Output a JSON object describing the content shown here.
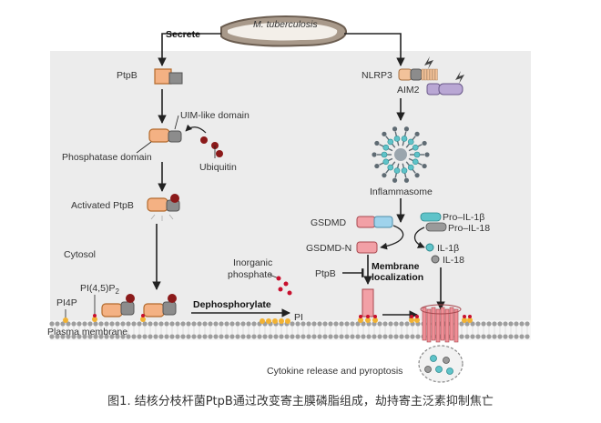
{
  "pathogen": "M. tuberculosis",
  "left_pathway": {
    "secrete": "Secrete",
    "ptpb": "PtpB",
    "uim_domain": "UIM-like domain",
    "phosphatase_domain": "Phosphatase domain",
    "ubiquitin": "Ubiquitin",
    "activated_ptpb": "Activated PtpB",
    "cytosol": "Cytosol",
    "pi45p2_main": "PI(4,5)P",
    "pi45p2_sub": "2",
    "pi4p": "PI4P",
    "plasma_membrane": "Plasma membrane",
    "inorganic_phosphate_line1": "Inorganic",
    "inorganic_phosphate_line2": "phosphate",
    "dephosphorylate": "Dephosphorylate",
    "pi": "PI"
  },
  "right_pathway": {
    "nlrp3": "NLRP3",
    "aim2": "AIM2",
    "inflammasome": "Inflammasome",
    "gsdmd": "GSDMD",
    "gsdmd_n": "GSDMD-N",
    "pro_il1b": "Pro–IL-1β",
    "pro_il18": "Pro–IL-18",
    "il1b": "IL-1β",
    "il18": "IL-18",
    "ptpb": "PtpB",
    "membrane_localization_line1": "Membrane",
    "membrane_localization_line2": "localization",
    "cytokine_release": "Cytokine release and pyroptosis"
  },
  "caption": "图1. 结核分枝杆菌PtpB通过改变寄主膜磷脂组成，劫持寄主泛素抑制焦亡",
  "colors": {
    "ptpb_orange": "#f4b183",
    "ptpb_gray": "#8c8c8c",
    "ubiquitin": "#8b1a1a",
    "gsdmd_blue": "#9fd3ec",
    "gsdmd_pink": "#f2a0a6",
    "pore_pink": "#ef8f97",
    "il1b_teal": "#5fc3c9",
    "il18_gray": "#9a9a9a",
    "aim2_purple": "#b9a7d4",
    "nlrp3_orange": "#f2c29a",
    "pathogen_brown": "#a8998a",
    "cytosol_bg": "#ececec",
    "membrane_gray": "#9e9e9e",
    "phospho_yellow": "#f2b233",
    "phospho_red": "#c8102e"
  }
}
